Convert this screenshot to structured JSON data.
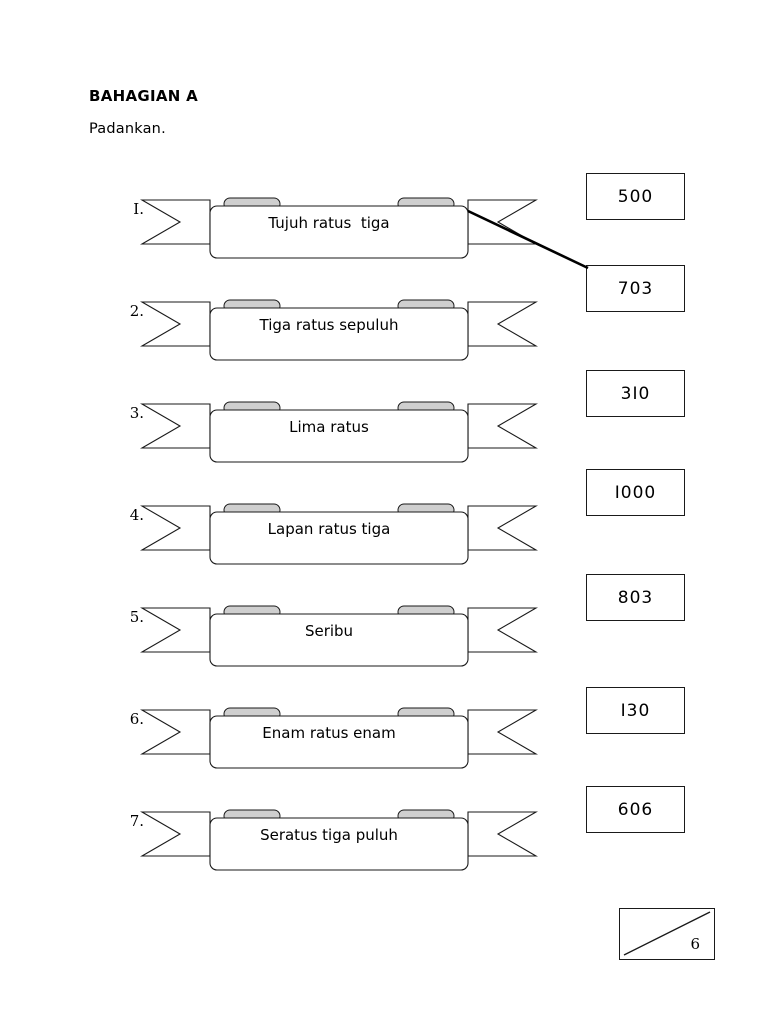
{
  "page": {
    "section_title": "BAHAGIAN A",
    "instruction": "Padankan.",
    "page_number": "6"
  },
  "questions": [
    {
      "number": "I.",
      "text": "Tujuh ratus  tiga"
    },
    {
      "number": "2.",
      "text": "Tiga ratus sepuluh"
    },
    {
      "number": "3.",
      "text": "Lima ratus"
    },
    {
      "number": "4.",
      "text": "Lapan ratus tiga"
    },
    {
      "number": "5.",
      "text": "Seribu"
    },
    {
      "number": "6.",
      "text": "Enam ratus enam"
    },
    {
      "number": "7.",
      "text": "Seratus tiga puluh"
    }
  ],
  "answers": [
    {
      "value": "500"
    },
    {
      "value": "703"
    },
    {
      "value": "3I0"
    },
    {
      "value": "I000"
    },
    {
      "value": "803"
    },
    {
      "value": "I30"
    },
    {
      "value": "606"
    }
  ],
  "connections": [
    {
      "from_question": "I.",
      "to_answer": "703"
    }
  ],
  "colors": {
    "ink": "#1a1a1a",
    "paper": "#ffffff",
    "ribbon_shade": "#b8b8b8"
  }
}
